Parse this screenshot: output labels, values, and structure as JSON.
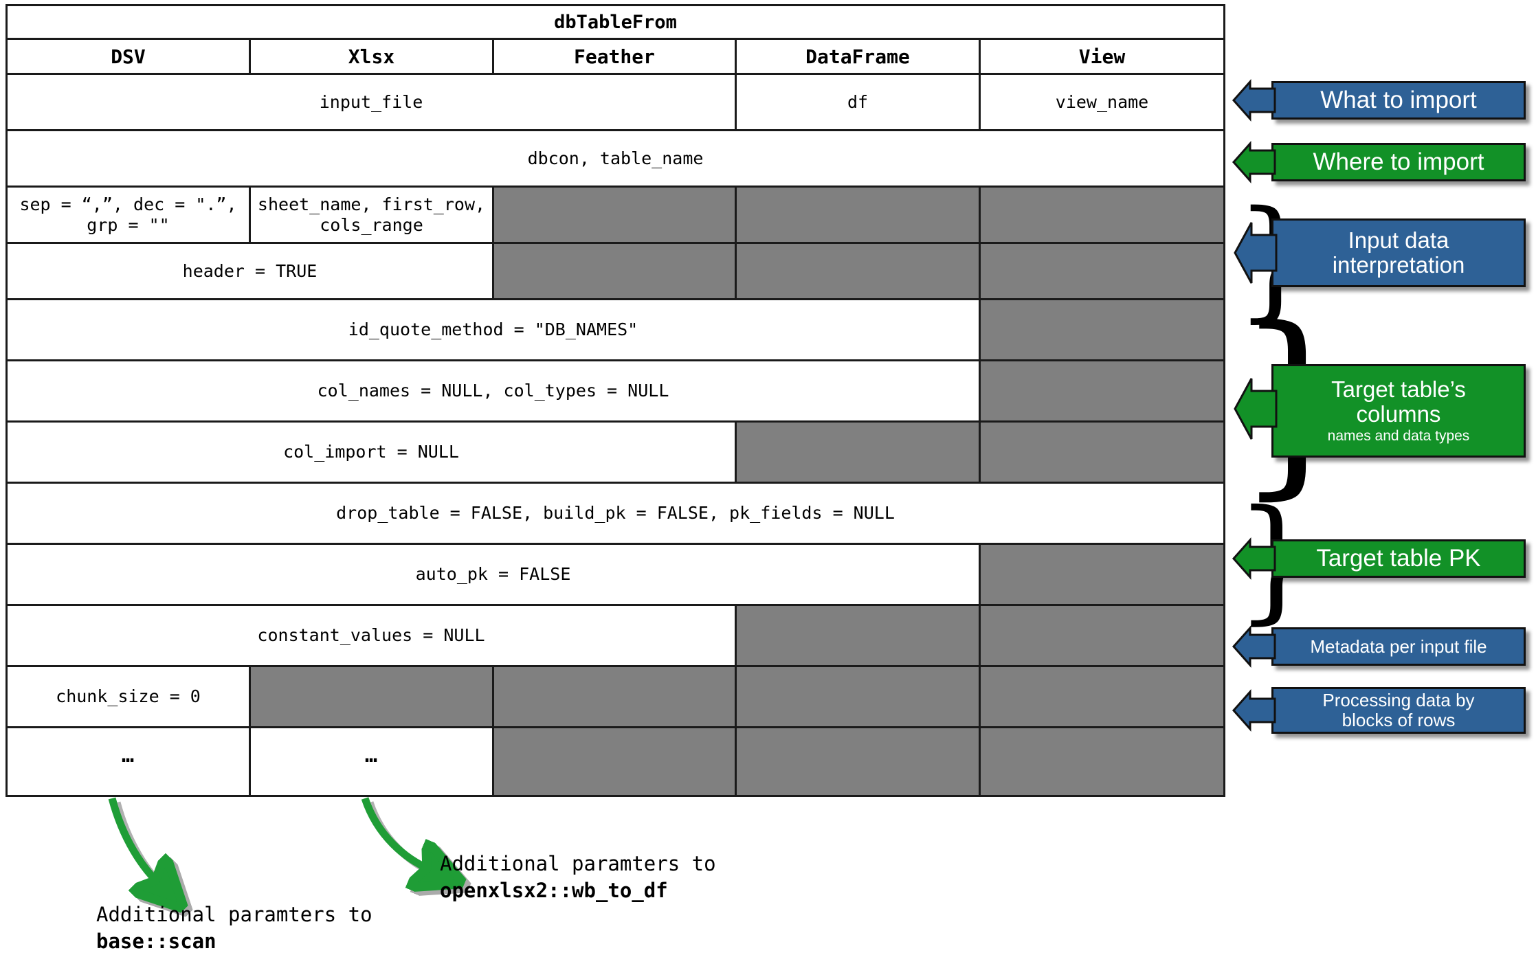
{
  "table": {
    "title": "dbTableFrom",
    "columns": [
      "DSV",
      "Xlsx",
      "Feather",
      "DataFrame",
      "View"
    ],
    "rows": [
      {
        "id": "row-input",
        "cells": [
          {
            "text": "input_file",
            "span": 3,
            "state": "active"
          },
          {
            "text": "df",
            "span": 1,
            "state": "active"
          },
          {
            "text": "view_name",
            "span": 1,
            "state": "active"
          }
        ]
      },
      {
        "id": "row-dbcon",
        "cells": [
          {
            "text": "dbcon, table_name",
            "span": 5,
            "state": "active"
          }
        ]
      },
      {
        "id": "row-sep",
        "cells": [
          {
            "text": "sep = “,”, dec = \".”,\ngrp = \"\"",
            "span": 1,
            "state": "active"
          },
          {
            "text": "sheet_name, first_row,\ncols_range",
            "span": 1,
            "state": "active"
          },
          {
            "text": "",
            "span": 1,
            "state": "disabled"
          },
          {
            "text": "",
            "span": 1,
            "state": "disabled"
          },
          {
            "text": "",
            "span": 1,
            "state": "disabled"
          }
        ]
      },
      {
        "id": "row-header",
        "cells": [
          {
            "text": "header = TRUE",
            "span": 2,
            "state": "active"
          },
          {
            "text": "",
            "span": 1,
            "state": "disabled"
          },
          {
            "text": "",
            "span": 1,
            "state": "disabled"
          },
          {
            "text": "",
            "span": 1,
            "state": "disabled"
          }
        ]
      },
      {
        "id": "row-id-quote",
        "cells": [
          {
            "text": "id_quote_method = \"DB_NAMES\"",
            "span": 4,
            "state": "active"
          },
          {
            "text": "",
            "span": 1,
            "state": "disabled"
          }
        ]
      },
      {
        "id": "row-col-names",
        "cells": [
          {
            "text": "col_names = NULL, col_types = NULL",
            "span": 4,
            "state": "active"
          },
          {
            "text": "",
            "span": 1,
            "state": "disabled"
          }
        ]
      },
      {
        "id": "row-col-import",
        "cells": [
          {
            "text": "col_import = NULL",
            "span": 3,
            "state": "active"
          },
          {
            "text": "",
            "span": 1,
            "state": "disabled"
          },
          {
            "text": "",
            "span": 1,
            "state": "disabled"
          }
        ]
      },
      {
        "id": "row-drop-table",
        "cells": [
          {
            "text": "drop_table = FALSE, build_pk = FALSE, pk_fields = NULL",
            "span": 5,
            "state": "active"
          }
        ]
      },
      {
        "id": "row-auto-pk",
        "cells": [
          {
            "text": "auto_pk = FALSE",
            "span": 4,
            "state": "active"
          },
          {
            "text": "",
            "span": 1,
            "state": "disabled"
          }
        ]
      },
      {
        "id": "row-constant-values",
        "cells": [
          {
            "text": "constant_values = NULL",
            "span": 3,
            "state": "active"
          },
          {
            "text": "",
            "span": 1,
            "state": "disabled"
          },
          {
            "text": "",
            "span": 1,
            "state": "disabled"
          }
        ]
      },
      {
        "id": "row-chunk-size",
        "cells": [
          {
            "text": "chunk_size = 0",
            "span": 1,
            "state": "active"
          },
          {
            "text": "",
            "span": 1,
            "state": "disabled"
          },
          {
            "text": "",
            "span": 1,
            "state": "disabled"
          },
          {
            "text": "",
            "span": 1,
            "state": "disabled"
          },
          {
            "text": "",
            "span": 1,
            "state": "disabled"
          }
        ]
      },
      {
        "id": "row-ellipsis",
        "cells": [
          {
            "text": "…",
            "span": 1,
            "state": "active"
          },
          {
            "text": "…",
            "span": 1,
            "state": "active"
          },
          {
            "text": "",
            "span": 1,
            "state": "disabled"
          },
          {
            "text": "",
            "span": 1,
            "state": "disabled"
          },
          {
            "text": "",
            "span": 1,
            "state": "disabled"
          }
        ]
      }
    ]
  },
  "callouts": [
    {
      "id": "what-to-import",
      "label": "What to import",
      "sub": "",
      "color": "blue"
    },
    {
      "id": "where-to-import",
      "label": "Where to import",
      "sub": "",
      "color": "green"
    },
    {
      "id": "input-data",
      "label": "Input data\ninterpretation",
      "sub": "",
      "color": "blue"
    },
    {
      "id": "target-columns",
      "label": "Target table’s\ncolumns",
      "sub": "names and data types",
      "color": "green"
    },
    {
      "id": "target-pk",
      "label": "Target table PK",
      "sub": "",
      "color": "green"
    },
    {
      "id": "metadata",
      "label": "Metadata per input file",
      "sub": "",
      "color": "blue"
    },
    {
      "id": "processing",
      "label": "Processing data by\nblocks of rows",
      "sub": "",
      "color": "blue"
    }
  ],
  "annotations": [
    {
      "id": "annot-scan",
      "line1": "Additional paramters to",
      "line2": "base::scan"
    },
    {
      "id": "annot-xlsx",
      "line1": "Additional paramters to",
      "line2": "openxlsx2::wb_to_df"
    }
  ],
  "colors": {
    "blue": "#2E6196",
    "green": "#129127",
    "disabled_grey": "#808080",
    "border": "#1a1a1a",
    "arrow_green": "#1f9d36"
  }
}
